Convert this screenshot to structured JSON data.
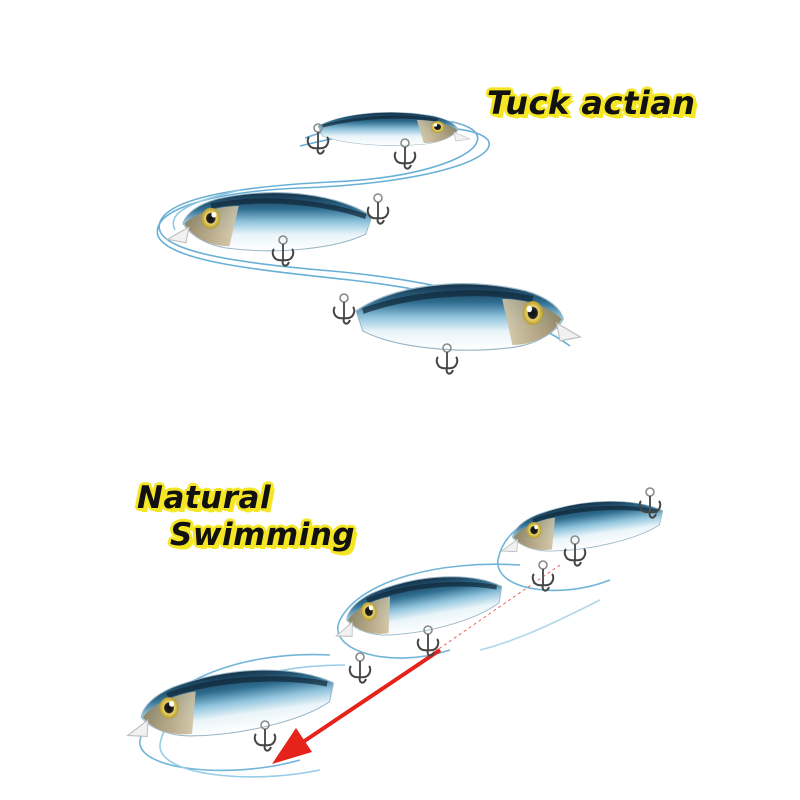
{
  "captions": {
    "tuck_action": "Tuck actian",
    "natural_line1": "Natural",
    "natural_line2": "Swimming"
  },
  "colors": {
    "caption_highlight": "#f5e625",
    "caption_text": "#111111",
    "lure_back": "#1d3f55",
    "lure_body": "#6fa9c6",
    "lure_belly": "#eef6fa",
    "swirl_line": "#4fa3cf",
    "direction_arrow": "#e5231b"
  },
  "icons": {
    "lure": "fishing-lure-icon",
    "hook": "treble-hook-icon",
    "arrow": "direction-arrow-icon"
  }
}
